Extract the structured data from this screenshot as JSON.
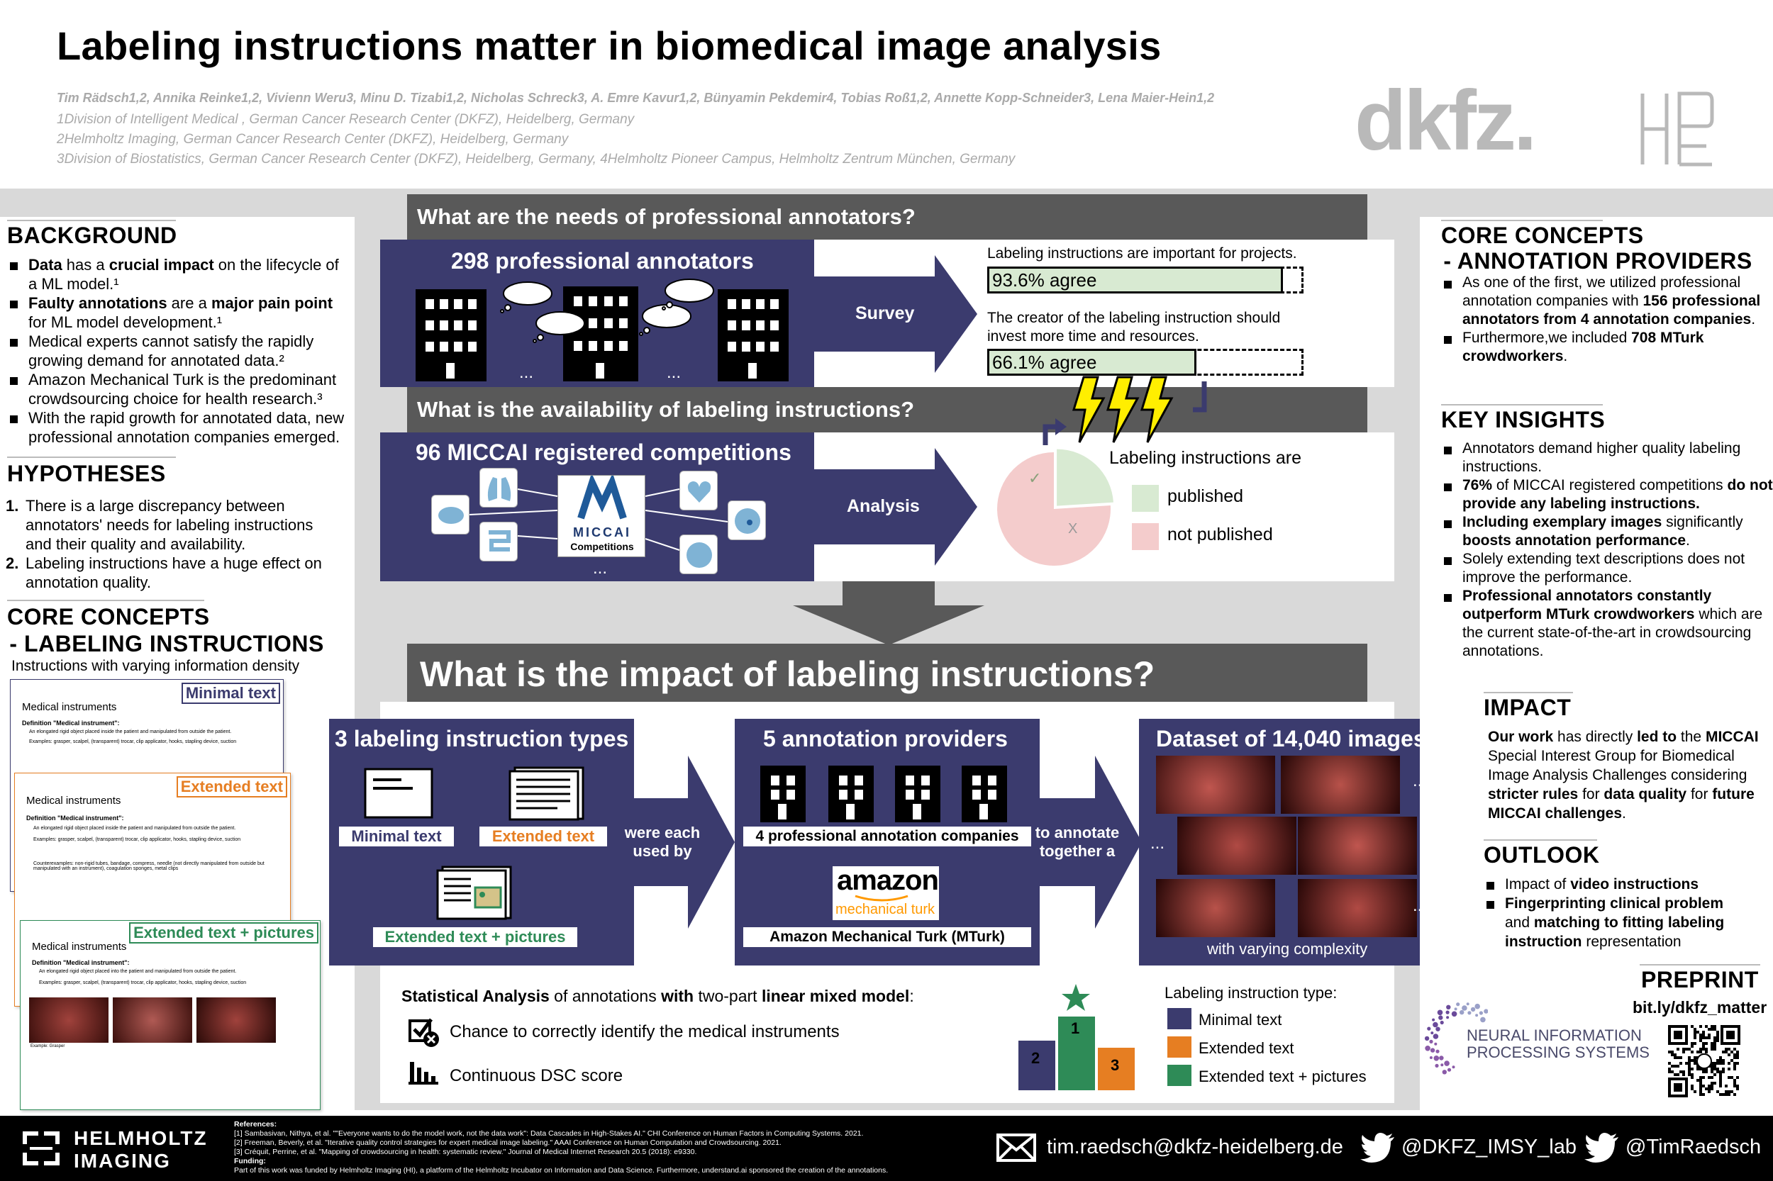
{
  "header": {
    "title": "Labeling instructions matter in biomedical image analysis",
    "authors": "Tim Rädsch1,2, Annika Reinke1,2, Vivienn Weru3, Minu D. Tizabi1,2, Nicholas Schreck3, A. Emre Kavur1,2, Bünyamin Pekdemir4, Tobias Roß1,2, Annette Kopp-Schneider3, Lena Maier-Hein1,2",
    "affil1": "1Division of Intelligent Medical , German Cancer Research Center (DKFZ), Heidelberg, Germany",
    "affil2": "2Helmholtz Imaging, German Cancer Research Center (DKFZ), Heidelberg, Germany",
    "affil3": "3Division of Biostatistics, German Cancer Research Center (DKFZ), Heidelberg, Germany, 4Helmholtz Pioneer Campus, Helmholtz Zentrum München, Germany",
    "logo_dkfz": "dkfz.",
    "logo_hip": "HP"
  },
  "background": {
    "heading": "BACKGROUND",
    "items": [
      {
        "pre": "",
        "bold": "Data",
        "mid": " has a ",
        "bold2": "crucial impact",
        "post": " on the lifecycle of a ML model.¹"
      },
      {
        "pre": "",
        "bold": "Faulty annotations",
        "mid": " are a ",
        "bold2": "major pain point",
        "post": " for ML model development.¹"
      },
      {
        "pre": "Medical experts cannot satisfy the rapidly growing demand for annotated data.²",
        "bold": "",
        "mid": "",
        "bold2": "",
        "post": ""
      },
      {
        "pre": "Amazon Mechanical Turk is the predominant crowdsourcing choice for health research.³",
        "bold": "",
        "mid": "",
        "bold2": "",
        "post": ""
      },
      {
        "pre": "With the rapid growth for annotated data, new professional annotation companies emerged.",
        "bold": "",
        "mid": "",
        "bold2": "",
        "post": ""
      }
    ]
  },
  "hypotheses": {
    "heading": "HYPOTHESES",
    "items": [
      {
        "n": "1.",
        "text": "There is a large discrepancy between annotators' needs for labeling instructions and their quality and availability."
      },
      {
        "n": "2.",
        "text": "Labeling instructions have a huge effect on annotation quality."
      }
    ]
  },
  "core_li": {
    "heading1": "CORE CONCEPTS",
    "heading2": " - LABELING INSTRUCTIONS",
    "sub": "Instructions with varying information density",
    "cards": [
      {
        "tag": "Minimal text",
        "title": "Medical instruments",
        "def": "Definition \"Medical instrument\":",
        "l1": "An elongated rigid object placed inside the patient and manipulated from outside the patient.",
        "l2": "Examples: grasper, scalpel, (transparent) trocar, clip applicator, hooks, stapling device, suction"
      },
      {
        "tag": "Extended text",
        "title": "Medical instruments",
        "def": "Definition \"Medical instrument\":",
        "l1": "An elongated rigid object placed inside the patient and manipulated from outside the patient.",
        "l2": "Examples: grasper, scalpel, (transparent) trocar, clip applicator, hooks, stapling device, suction",
        "l3": "Counterexamples: non-rigid tubes, bandage, compress, needle (not directly manipulated from outside but manipulated with an instrument), coagulation sponges, metal clips"
      },
      {
        "tag": "Extended text + pictures",
        "title": "Medical instruments",
        "def": "Definition \"Medical instrument\":",
        "l1": "An elongated rigid object placed into the patient and manipulated from outside the patient.",
        "l2": "Examples: grasper, scalpel, (transparent) trocar, clip applicator, hooks, stapling device, suction",
        "cap": "Example: Grasper"
      }
    ]
  },
  "needs": {
    "band": "What are the needs of professional annotators?",
    "box_title": "298 professional annotators",
    "dots": "...",
    "arrow": "Survey",
    "q1": "Labeling instructions are important for projects.",
    "a1": "93.6% agree",
    "a1_value": 93.6,
    "q2": "The creator of the labeling instruction should invest more time and resources.",
    "a2": "66.1% agree",
    "a2_value": 66.1
  },
  "availability": {
    "band": "What is the availability of labeling instructions?",
    "box_title": "96 MICCAI registered competitions",
    "miccai": "MICCAI",
    "competitions": "Competitions",
    "dots": "...",
    "arrow": "Analysis",
    "legend_title": "Labeling instructions are",
    "published": "published",
    "not_published": "not published",
    "check": "✓",
    "cross": "X"
  },
  "chart_data": {
    "type": "pie",
    "categories": [
      "published",
      "not published"
    ],
    "values": [
      24,
      76
    ],
    "colors": [
      "#d8ead2",
      "#f4cccc"
    ],
    "title": "Labeling instructions are"
  },
  "impact_section": {
    "band": "What is the impact of labeling instructions?",
    "types_title": "3 labeling instruction types",
    "t_minimal": "Minimal text",
    "t_extended": "Extended text",
    "t_ext_pics": "Extended text + pictures",
    "connector1": "were each used by",
    "prov_title": "5 annotation providers",
    "prov_companies": "4 professional annotation companies",
    "amazon": "amazon",
    "mturk_logo": "mechanical turk",
    "mturk": "Amazon Mechanical Turk (MTurk)",
    "connector2": "to annotate together a",
    "dataset_title": "Dataset of 14,040 images",
    "dataset_sub": "with varying complexity",
    "dots": "..."
  },
  "stats": {
    "s1_b": "Statistical Analysis",
    "s1_m": " of annotations ",
    "s1_b2": "with",
    "s1_m2": " two-part ",
    "s1_b3": "linear mixed model",
    "s1_e": ":",
    "m1": "Chance to correctly identify the medical instruments",
    "m2": "Continuous DSC score",
    "rank1": "1",
    "rank2": "2",
    "rank3": "3",
    "legend_title": "Labeling instruction type:",
    "l1": "Minimal text",
    "l2": "Extended text",
    "l3": "Extended text + pictures"
  },
  "core_ap": {
    "heading1": "CORE CONCEPTS",
    "heading2": " - ANNOTATION PROVIDERS",
    "i1a": "As one of the first, we utilized professional annotation companies with ",
    "i1b": "156 professional annotators from 4 annotation companies",
    "i1c": ".",
    "i2a": "Furthermore,we included ",
    "i2b": "708 MTurk crowdworkers",
    "i2c": "."
  },
  "insights": {
    "heading": "KEY INSIGHTS",
    "i1": "Annotators demand higher quality labeling instructions.",
    "i2a": "76%",
    "i2b": " of MICCAI registered competitions ",
    "i2c": "do not provide any labeling instructions.",
    "i3a": "Including exemplary images",
    "i3b": " significantly ",
    "i3c": "boosts annotation performance",
    "i3d": ".",
    "i4": "Solely extending text descriptions does not improve the performance.",
    "i5a": "Professional annotators constantly outperform MTurk crowdworkers",
    "i5b": " which are the current state-of-the-art in crowdsourcing annotations."
  },
  "impact": {
    "heading": "IMPACT",
    "a": "Our work",
    "b": " has directly ",
    "c": "led to",
    "d": " the ",
    "e": "MICCAI",
    "f": " Special Interest Group for Biomedical Image Analysis Challenges considering ",
    "g": "stricter rules",
    "h": " for ",
    "i": "data quality",
    "j": " for ",
    "k": "future MICCAI challenges",
    "l": "."
  },
  "outlook": {
    "heading": "OUTLOOK",
    "o1a": "Impact of ",
    "o1b": "video instructions",
    "o2a": "Fingerprinting clinical problem",
    "o2b": " and ",
    "o2c": "matching to fitting labeling instruction",
    "o2d": " representation"
  },
  "preprint": {
    "heading": "PREPRINT",
    "link": "bit.ly/dkfz_matter",
    "neurips1": "NEURAL INFORMATION",
    "neurips2": "PROCESSING SYSTEMS"
  },
  "footer": {
    "helmholtz1": "HELMHOLTZ",
    "helmholtz2": "IMAGING",
    "refs_title": "References:",
    "r1": "[1] Sambasivan, Nithya, et al. \"\"Everyone wants to do the model work, not the data work\": Data Cascades in High-Stakes AI.\" CHI Conference on Human Factors in Computing Systems. 2021.",
    "r2": "[2] Freeman, Beverly, et al. \"Iterative quality control strategies for expert medical image labeling.\" AAAI Conference on Human Computation and Crowdsourcing. 2021.",
    "r3": "[3] Créquit, Perrine, et al. \"Mapping of crowdsourcing in health: systematic review.\" Journal of Medical Internet Research 20.5 (2018): e9330.",
    "funding_title": "Funding:",
    "funding": "Part of this work was funded by Helmholtz Imaging (HI), a platform of the Helmholtz Incubator on Information and Data Science. Furthermore, understand.ai sponsored the creation of the annotations.",
    "email": "tim.raedsch@dkfz-heidelberg.de",
    "tw1": "@DKFZ_IMSY_lab",
    "tw2": "@TimRaedsch"
  },
  "colors": {
    "navy": "#3b3b6e",
    "band": "#595959",
    "orange": "#e67e22",
    "green": "#2e8b57",
    "agree_fill": "#d8ead2",
    "not_pub": "#f4cccc",
    "bolt": "#ffee00"
  }
}
